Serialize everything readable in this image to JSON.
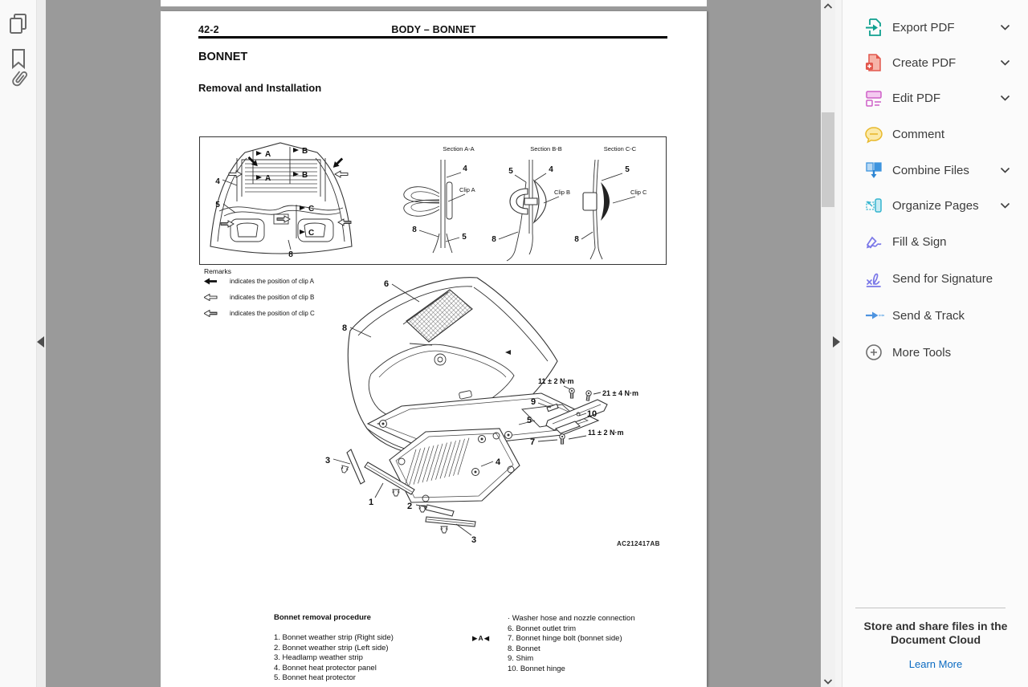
{
  "left_toolbar": {
    "icons": [
      {
        "name": "page-thumbnails-icon"
      },
      {
        "name": "bookmarks-icon"
      },
      {
        "name": "attachments-icon"
      }
    ]
  },
  "document": {
    "header": {
      "page_number": "42-2",
      "title": "BODY – BONNET"
    },
    "section_title": "BONNET",
    "subsection_title": "Removal and Installation",
    "clip_box": {
      "top_view": {
        "n4": "4",
        "n5": "5",
        "n8": "8",
        "a": "A",
        "b": "B",
        "c": "C"
      },
      "sections": [
        {
          "title": "Section A-A",
          "clip": "Clip A",
          "n4": "4",
          "n5": "5",
          "n8": "8"
        },
        {
          "title": "Section B-B",
          "clip": "Clip B",
          "n4": "4",
          "n5": "5",
          "n8": "8"
        },
        {
          "title": "Section C-C",
          "clip": "Clip C",
          "n5": "5",
          "n8": "8"
        }
      ]
    },
    "remarks": {
      "title": "Remarks",
      "items": [
        {
          "arrow": "solid-black",
          "text": "indicates the position of clip A"
        },
        {
          "arrow": "outline",
          "text": "indicates the position of clip B"
        },
        {
          "arrow": "hatched",
          "text": "indicates the position of clip C"
        }
      ]
    },
    "figure": {
      "labels": {
        "n1": "1",
        "n2": "2",
        "n3": "3",
        "n4": "4",
        "n5": "5",
        "n6": "6",
        "n7": "7",
        "n8": "8",
        "n9": "9",
        "n10": "10"
      },
      "torques": [
        "11 ± 2 N·m",
        "21 ± 4 N·m",
        "11 ± 2 N·m"
      ],
      "code": "AC212417AB"
    },
    "procedure": {
      "title": "Bonnet removal procedure",
      "left_items": [
        "1. Bonnet weather strip (Right side)",
        "2. Bonnet weather strip (Left side)",
        "3. Headlamp weather strip",
        "4. Bonnet heat protector panel",
        "5. Bonnet heat protector"
      ],
      "right_items": [
        "· Washer hose and nozzle connection",
        "6. Bonnet outlet trim",
        "7. Bonnet hinge bolt (bonnet side)",
        "8. Bonnet",
        "9. Shim",
        "10. Bonnet hinge"
      ],
      "marker": "▶A◀"
    }
  },
  "right_panel": {
    "tools": [
      {
        "label": "Export PDF",
        "icon": "export-pdf-icon",
        "chevron": true
      },
      {
        "label": "Create PDF",
        "icon": "create-pdf-icon",
        "chevron": true
      },
      {
        "label": "Edit PDF",
        "icon": "edit-pdf-icon",
        "chevron": true
      },
      {
        "label": "Comment",
        "icon": "comment-icon",
        "chevron": false
      },
      {
        "label": "Combine Files",
        "icon": "combine-files-icon",
        "chevron": true
      },
      {
        "label": "Organize Pages",
        "icon": "organize-pages-icon",
        "chevron": true
      },
      {
        "label": "Fill & Sign",
        "icon": "fill-sign-icon",
        "chevron": false
      },
      {
        "label": "Send for Signature",
        "icon": "send-for-signature-icon",
        "chevron": false
      },
      {
        "label": "Send & Track",
        "icon": "send-track-icon",
        "chevron": false
      },
      {
        "label": "More Tools",
        "icon": "more-tools-icon",
        "chevron": false
      }
    ],
    "cloud_promo": {
      "title": "Store and share files in the Document Cloud",
      "link_label": "Learn More"
    }
  },
  "colors": {
    "doc_background": "#9a9a9a",
    "accent_link": "#0b6bc2"
  }
}
